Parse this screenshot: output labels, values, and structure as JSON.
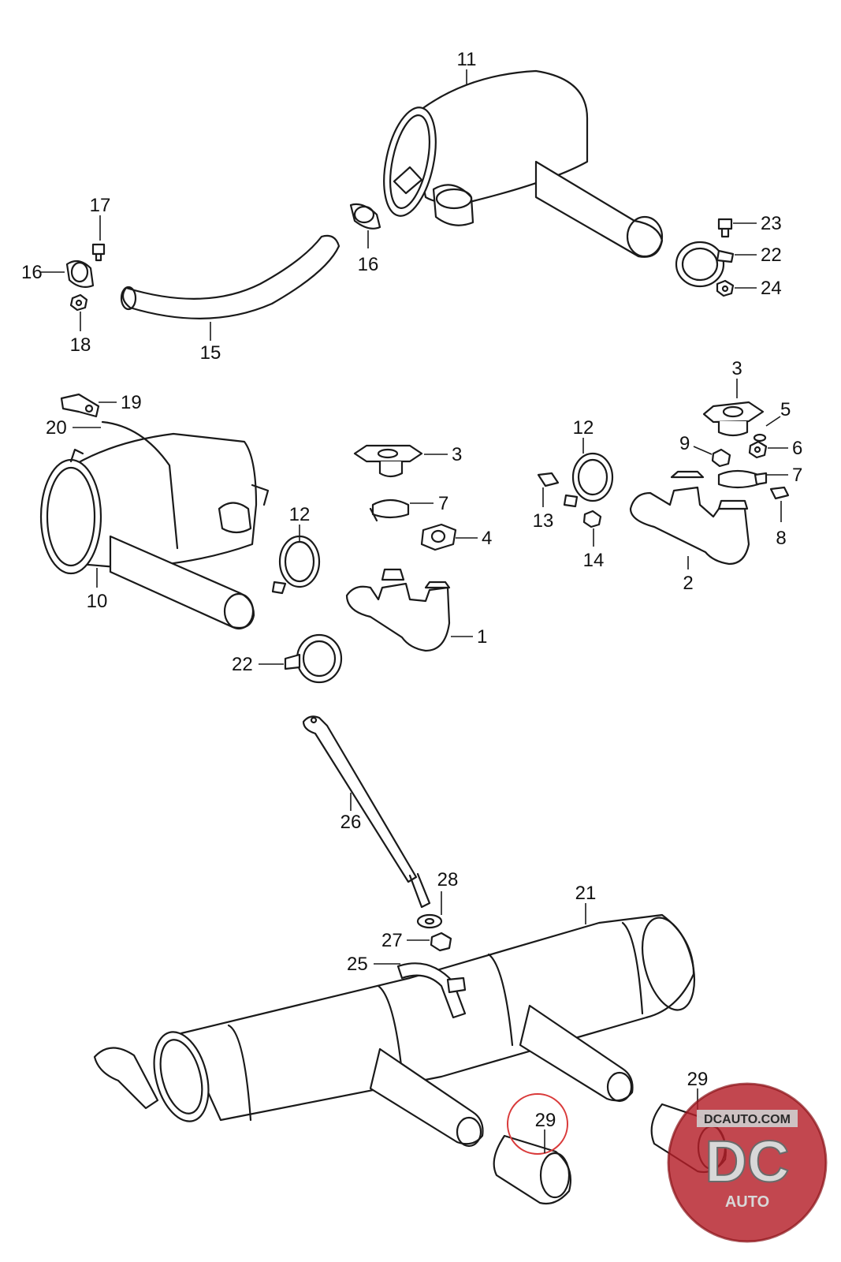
{
  "callouts": {
    "c1": "1",
    "c2": "2",
    "c3a": "3",
    "c3b": "3",
    "c4": "4",
    "c5": "5",
    "c6": "6",
    "c7a": "7",
    "c7b": "7",
    "c8": "8",
    "c9": "9",
    "c10": "10",
    "c11": "11",
    "c12a": "12",
    "c12b": "12",
    "c13": "13",
    "c14": "14",
    "c15": "15",
    "c16a": "16",
    "c16b": "16",
    "c17": "17",
    "c18": "18",
    "c19": "19",
    "c20": "20",
    "c21": "21",
    "c22a": "22",
    "c22b": "22",
    "c23": "23",
    "c24": "24",
    "c25": "25",
    "c26": "26",
    "c27": "27",
    "c28": "28",
    "c29a": "29",
    "c29b": "29"
  },
  "highlight": {
    "color": "#d93a3a",
    "target": "29"
  },
  "watermark": {
    "label": "DCAUTO.COM",
    "monogram": "DC",
    "subtitle": "AUTO",
    "colors": [
      "#b41e28",
      "#cfcfcf",
      "#8a8a8a"
    ]
  }
}
